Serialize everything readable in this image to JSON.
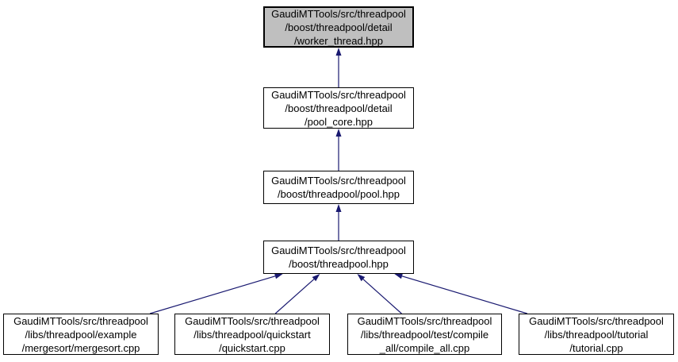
{
  "colors": {
    "edge": "#191970",
    "node_fill": "#ffffff",
    "node_border": "#000000",
    "highlight_fill": "#bfbfbf",
    "text": "#000000",
    "background": "#ffffff"
  },
  "nodes": {
    "worker_thread_hpp": {
      "line1": "GaudiMTTools/src/threadpool",
      "line2": "/boost/threadpool/detail",
      "line3": "/worker_thread.hpp",
      "highlighted": true
    },
    "pool_core_hpp": {
      "line1": "GaudiMTTools/src/threadpool",
      "line2": "/boost/threadpool/detail",
      "line3": "/pool_core.hpp"
    },
    "pool_hpp": {
      "line1": "GaudiMTTools/src/threadpool",
      "line2": "/boost/threadpool/pool.hpp"
    },
    "threadpool_hpp": {
      "line1": "GaudiMTTools/src/threadpool",
      "line2": "/boost/threadpool.hpp"
    },
    "mergesort_cpp": {
      "line1": "GaudiMTTools/src/threadpool",
      "line2": "/libs/threadpool/example",
      "line3": "/mergesort/mergesort.cpp"
    },
    "quickstart_cpp": {
      "line1": "GaudiMTTools/src/threadpool",
      "line2": "/libs/threadpool/quickstart",
      "line3": "/quickstart.cpp"
    },
    "compile_all_cpp": {
      "line1": "GaudiMTTools/src/threadpool",
      "line2": "/libs/threadpool/test/compile",
      "line3": "_all/compile_all.cpp"
    },
    "tutorial_cpp": {
      "line1": "GaudiMTTools/src/threadpool",
      "line2": "/libs/threadpool/tutorial",
      "line3": "/tutorial.cpp"
    }
  },
  "edges": [
    {
      "from": "pool_core_hpp",
      "to": "worker_thread_hpp"
    },
    {
      "from": "pool_hpp",
      "to": "pool_core_hpp"
    },
    {
      "from": "threadpool_hpp",
      "to": "pool_hpp"
    },
    {
      "from": "mergesort_cpp",
      "to": "threadpool_hpp"
    },
    {
      "from": "quickstart_cpp",
      "to": "threadpool_hpp"
    },
    {
      "from": "compile_all_cpp",
      "to": "threadpool_hpp"
    },
    {
      "from": "tutorial_cpp",
      "to": "threadpool_hpp"
    }
  ]
}
